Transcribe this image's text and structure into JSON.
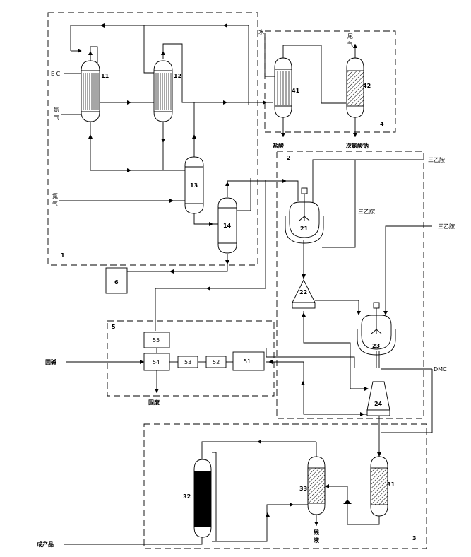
{
  "labels": {
    "ec": "E C",
    "n2_in_1": "氮\n气",
    "n2_in_2": "氮\n气",
    "water": "水",
    "tail_gas": "尾\n气",
    "hcl": "盐酸",
    "naclo": "次氯酸钠",
    "tea_1": "三乙胺",
    "tea_2": "三乙胺",
    "tea_3": "三乙胺",
    "dmc": "DMC",
    "solid_alkali": "固碱",
    "solid_waste": "固废",
    "residue": "残\n液",
    "product": "成产品"
  },
  "units": {
    "u11": "11",
    "u12": "12",
    "u13": "13",
    "u14": "14",
    "u41": "41",
    "u42": "42",
    "u21": "21",
    "u22": "22",
    "u23": "23",
    "u24": "24",
    "u6": "6",
    "u55": "55",
    "u54": "54",
    "u53": "53",
    "u52": "52",
    "u51": "51",
    "u31": "31",
    "u32": "32",
    "u33": "33"
  },
  "sections": {
    "s1": "1",
    "s2": "2",
    "s3": "3",
    "s4": "4",
    "s5": "5"
  }
}
